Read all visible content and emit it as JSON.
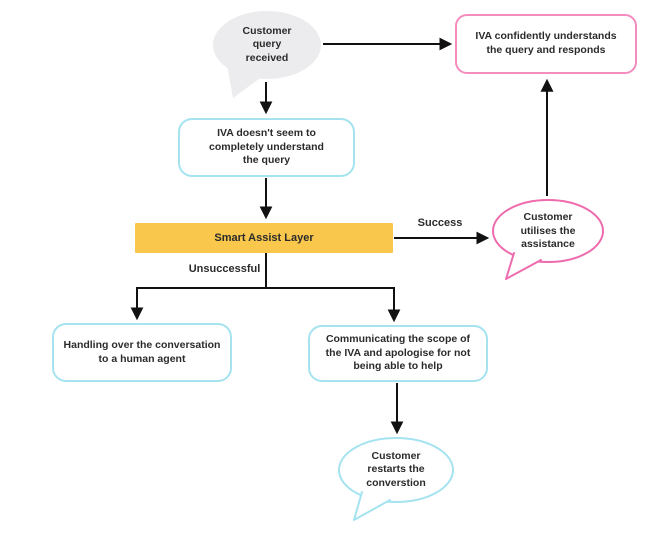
{
  "diagram": {
    "type": "flowchart",
    "topic": "IVA customer query handling flow",
    "colors": {
      "bubble_gray_fill": "#ececee",
      "pink_border": "#f48cbe",
      "pink_bubble_border": "#ee6bad",
      "cyan_border": "#a5e3f0",
      "yellow_fill": "#f8c74c",
      "arrow": "#111111",
      "text": "#2b2b2b",
      "background": "#ffffff"
    },
    "nodes": {
      "customer_query": {
        "label": "Customer\nquery\nreceived",
        "shape": "speech-bubble",
        "color": "gray"
      },
      "iva_understands": {
        "label": "IVA confidently understands\nthe query and responds",
        "shape": "rounded-rect",
        "color": "pink"
      },
      "iva_doesnt_understand": {
        "label": "IVA doesn't seem to\ncompletely understand\nthe query",
        "shape": "rounded-rect",
        "color": "cyan"
      },
      "smart_assist": {
        "label": "Smart Assist Layer",
        "shape": "rect",
        "color": "yellow"
      },
      "customer_utilises": {
        "label": "Customer\nutilises the\nassistance",
        "shape": "speech-bubble",
        "color": "pink"
      },
      "handover": {
        "label": "Handling over the conversation\nto a human agent",
        "shape": "rounded-rect",
        "color": "cyan"
      },
      "communicate_scope": {
        "label": "Communicating the scope of\nthe IVA and apologise for not\nbeing able to help",
        "shape": "rounded-rect",
        "color": "cyan"
      },
      "customer_restarts": {
        "label": "Customer\nrestarts the\nconverstion",
        "shape": "speech-bubble",
        "color": "cyan"
      }
    },
    "edges": {
      "success_label": "Success",
      "unsuccessful_label": "Unsuccessful",
      "connections": [
        "customer_query -> iva_understands",
        "customer_query -> iva_doesnt_understand",
        "iva_doesnt_understand -> smart_assist",
        "smart_assist -Success-> customer_utilises",
        "customer_utilises -> iva_understands",
        "smart_assist -Unsuccessful-> handover",
        "smart_assist -Unsuccessful-> communicate_scope",
        "communicate_scope -> customer_restarts"
      ]
    }
  }
}
